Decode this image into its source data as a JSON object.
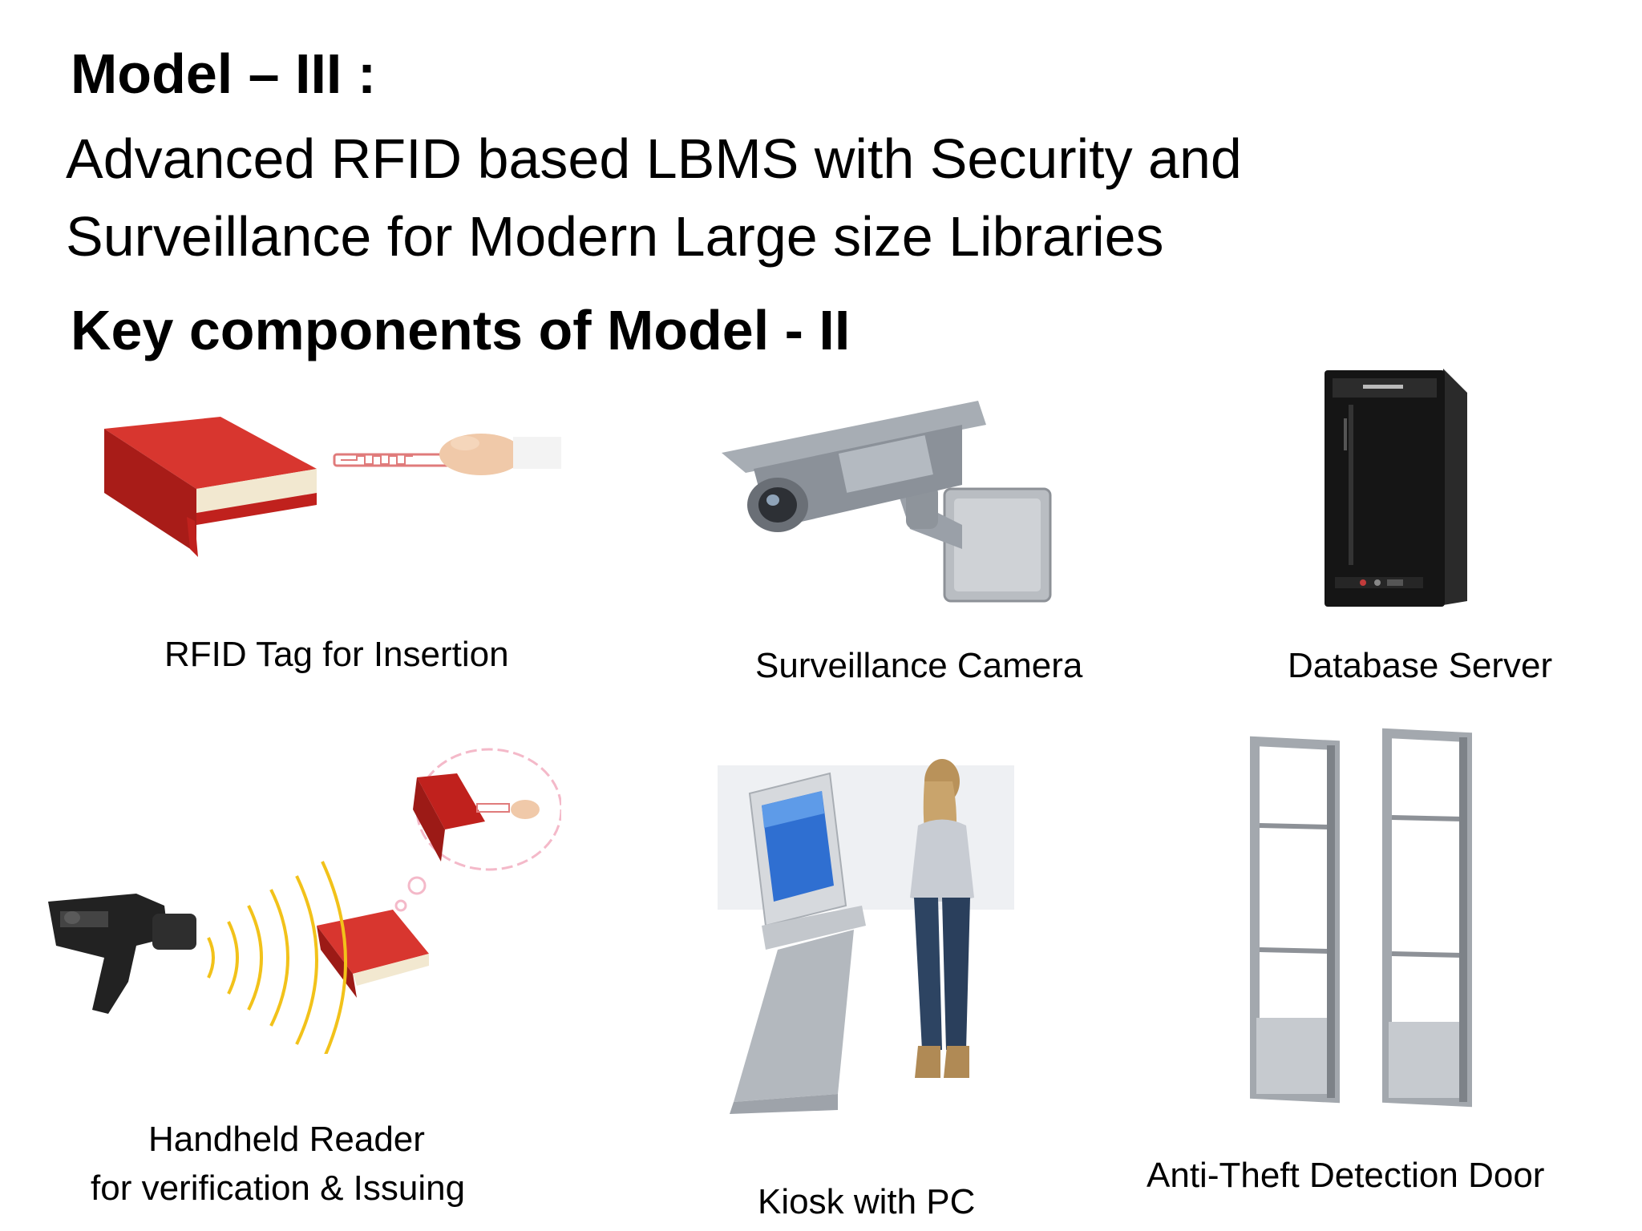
{
  "slide": {
    "title": "Model – III :",
    "subtitle_line1": "Advanced RFID based LBMS with Security and",
    "subtitle_line2": "Surveillance for Modern Large size Libraries",
    "section_heading": "Key components of Model - II"
  },
  "components": [
    {
      "icon": "rfid-tag-book-icon",
      "label": "RFID Tag for Insertion"
    },
    {
      "icon": "surveillance-camera-icon",
      "label": "Surveillance Camera"
    },
    {
      "icon": "database-server-icon",
      "label": "Database Server"
    },
    {
      "icon": "handheld-reader-icon",
      "label_line1": "Handheld Reader",
      "label_line2": "for verification & Issuing"
    },
    {
      "icon": "kiosk-icon",
      "label": "Kiosk with PC"
    },
    {
      "icon": "anti-theft-door-icon",
      "label": "Anti-Theft Detection Door"
    }
  ],
  "colors": {
    "book_red": "#c0211d",
    "metal_grey": "#9aa0a8",
    "server_black": "#151515",
    "wave_yellow": "#f2c21a"
  }
}
